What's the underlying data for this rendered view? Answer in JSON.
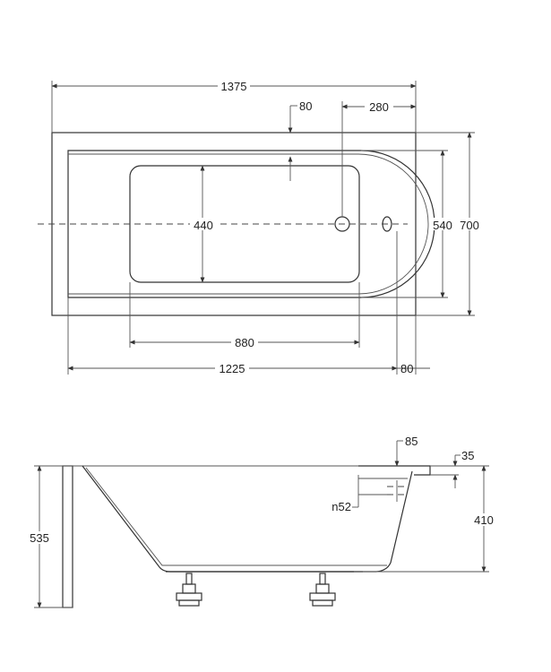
{
  "top_view": {
    "dim_overall_length": "1375",
    "dim_left_offset": "80",
    "dim_drain_offset": "280",
    "dim_inner_width": "440",
    "dim_inner_depth": "540",
    "dim_overall_width": "700",
    "dim_bottom_length": "880",
    "dim_inner_length": "1225",
    "dim_right_offset": "80"
  },
  "side_view": {
    "dim_overflow_offset": "85",
    "dim_rim_height": "35",
    "dim_drain_diameter": "n52",
    "dim_tub_height": "410",
    "dim_total_height": "535"
  }
}
